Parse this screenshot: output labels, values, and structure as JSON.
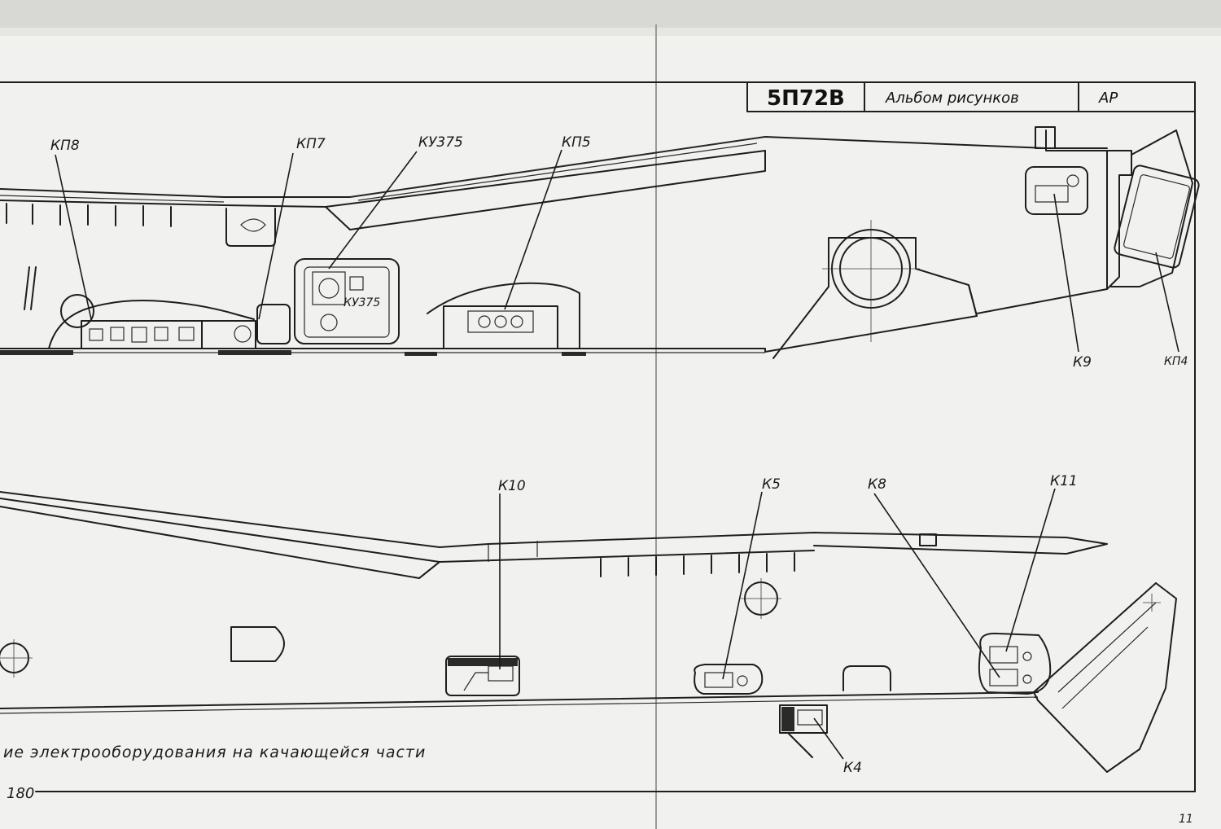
{
  "title_block": {
    "code": "5П72В",
    "title": "Альбом рисунков",
    "abbr": "АР"
  },
  "upper_labels": {
    "kp8": "КП8",
    "kp7": "КП7",
    "ku375": "КУ375",
    "kp5": "КП5",
    "k9": "К9",
    "kp4": "КП4",
    "ku375_inner": "КУ375"
  },
  "lower_labels": {
    "k10": "К10",
    "k5": "К5",
    "k8": "К8",
    "k11": "К11",
    "k4": "К4"
  },
  "caption": "ие электрооборудования на качающейся части",
  "page_number": "180",
  "corner_mark": "11"
}
